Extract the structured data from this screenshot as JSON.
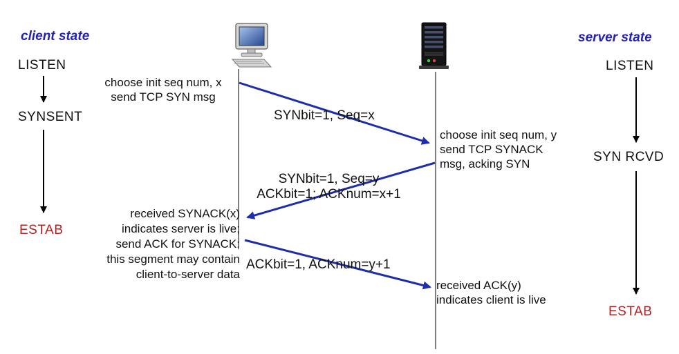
{
  "client": {
    "header": "client state",
    "state_listen": "LISTEN",
    "state_synsent": "SYNSENT",
    "state_estab": "ESTAB",
    "note_syn": "choose init seq num, x\nsend TCP SYN msg",
    "note_estab": "received SYNACK(x)\nindicates server is live;\nsend ACK for SYNACK;\nthis segment may contain\nclient-to-server data"
  },
  "server": {
    "header": "server state",
    "state_listen": "LISTEN",
    "state_synrcvd": "SYN RCVD",
    "state_estab": "ESTAB",
    "note_synack": "choose init seq num, y\nsend TCP SYNACK\nmsg, acking SYN",
    "note_ack": "received ACK(y)\nindicates client is live"
  },
  "messages": {
    "syn": "SYNbit=1, Seq=x",
    "synack": "SYNbit=1, Seq=y\nACKbit=1; ACKnum=x+1",
    "ack": "ACKbit=1, ACKnum=y+1"
  },
  "icons": {
    "client_icon": "desktop-computer-icon",
    "server_icon": "server-tower-icon"
  },
  "colors": {
    "header_blue": "#2222b4",
    "estab_red": "#b22222",
    "arrow_blue": "#1e2daa",
    "state_black": "#000000",
    "lifeline_gray": "#555555"
  }
}
